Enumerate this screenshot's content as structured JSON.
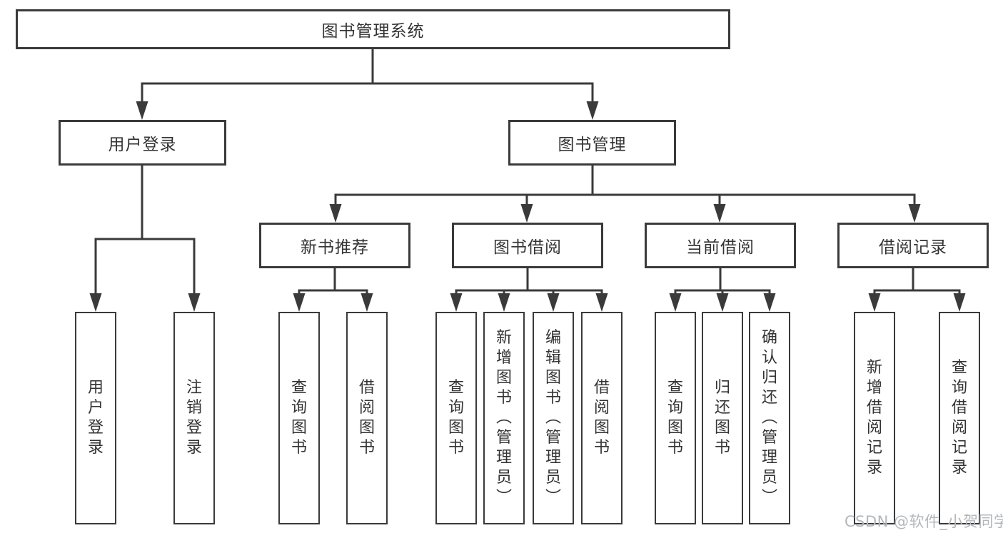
{
  "colors": {
    "line": "#3a3a3a",
    "text": "#333333",
    "watermark": "#b3b7bb",
    "background": "#ffffff"
  },
  "watermark": {
    "text": "CSDN @软件_小贺同学"
  },
  "tree": {
    "label": "图书管理系统",
    "children": [
      {
        "label": "用户登录",
        "children": [
          {
            "label": "用户登录"
          },
          {
            "label": "注销登录"
          }
        ]
      },
      {
        "label": "图书管理",
        "children": [
          {
            "label": "新书推荐",
            "children": [
              {
                "label": "查询图书"
              },
              {
                "label": "借阅图书"
              }
            ]
          },
          {
            "label": "图书借阅",
            "children": [
              {
                "label": "查询图书"
              },
              {
                "label": "新增图书（管理员）"
              },
              {
                "label": "编辑图书（管理员）"
              },
              {
                "label": "借阅图书"
              }
            ]
          },
          {
            "label": "当前借阅",
            "children": [
              {
                "label": "查询图书"
              },
              {
                "label": "归还图书"
              },
              {
                "label": "确认归还（管理员）"
              }
            ]
          },
          {
            "label": "借阅记录",
            "children": [
              {
                "label": "新增借阅记录"
              },
              {
                "label": "查询借阅记录"
              }
            ]
          }
        ]
      }
    ]
  }
}
